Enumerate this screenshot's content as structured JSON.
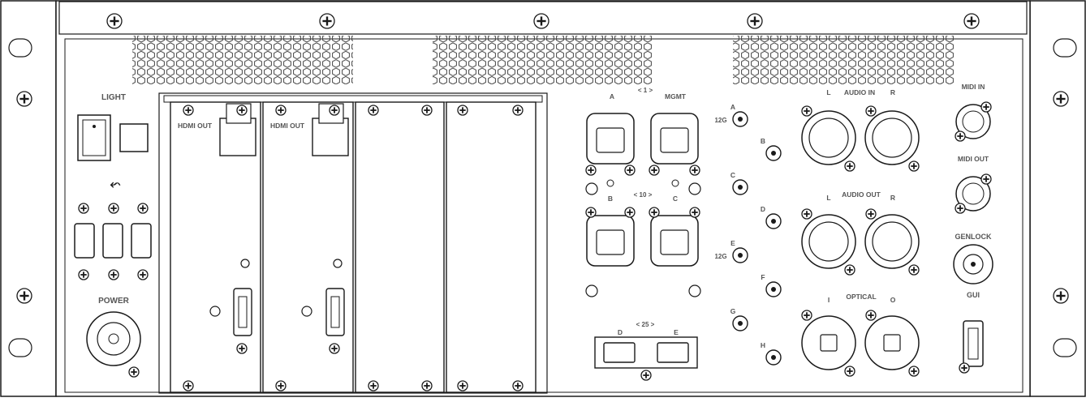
{
  "colors": {
    "line": "#1a1a1a",
    "label": "#555555",
    "grille": "#bcbcbc",
    "panel": "#ffffff"
  },
  "labels": {
    "light": "LIGHT",
    "power": "POWER",
    "usb_symbol": "⬿",
    "hdmi_out_1": "HDMI OUT",
    "hdmi_out_2": "HDMI OUT",
    "port_a": "A",
    "port_b": "B",
    "port_c": "C",
    "mgmt": "MGMT",
    "speed_1": "< 1 >",
    "speed_10": "< 10 >",
    "speed_25": "< 25 >",
    "sfp_d": "D",
    "sfp_e": "E",
    "bnc_a": "A",
    "bnc_b": "B",
    "bnc_c": "C",
    "bnc_d": "D",
    "bnc_e": "E",
    "bnc_f": "F",
    "bnc_g": "G",
    "bnc_h": "H",
    "g12_a": "12G",
    "g12_e": "12G",
    "audio_in": "AUDIO IN",
    "audio_out": "AUDIO OUT",
    "audio_in_l": "L",
    "audio_in_r": "R",
    "audio_out_l": "L",
    "audio_out_r": "R",
    "optical": "OPTICAL",
    "optical_i": "I",
    "optical_o": "O",
    "midi_in": "MIDI IN",
    "midi_out": "MIDI OUT",
    "genlock": "GENLOCK",
    "gui": "GUI"
  },
  "icons": {
    "screw": "phillips-screw-icon",
    "usb": "usb-icon",
    "rj45": "rj45-port-icon",
    "bnc": "bnc-connector-icon",
    "xlr": "xlr-connector-icon",
    "hdmi": "hdmi-port-icon",
    "sfp": "sfp-cage-icon",
    "midi": "din-connector-icon",
    "power": "power-inlet-icon",
    "optical": "toslink-icon",
    "displayport": "displayport-icon"
  }
}
